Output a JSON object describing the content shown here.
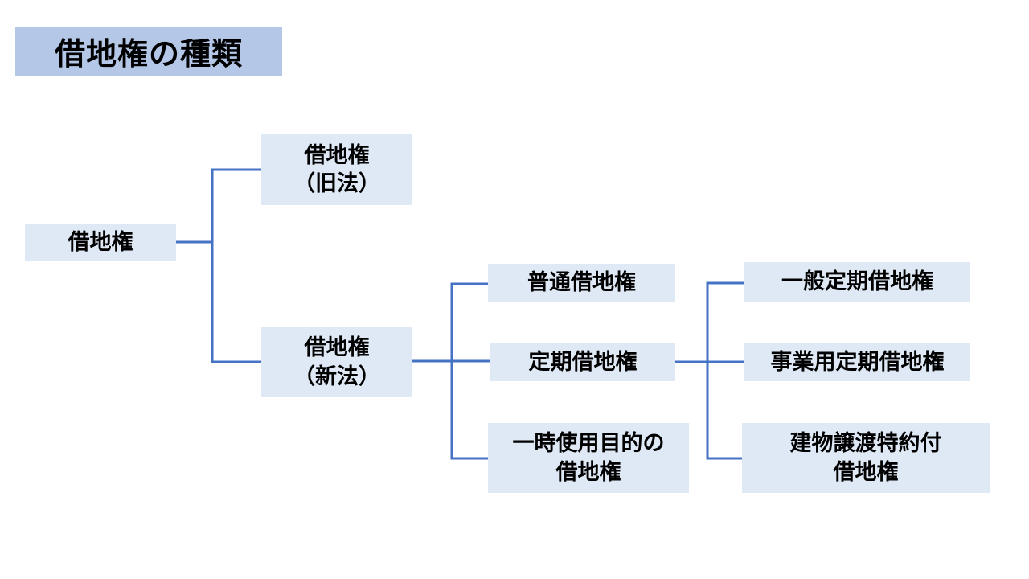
{
  "title": "借地権の種類",
  "tree": {
    "root": {
      "label": "借地権"
    },
    "old_law": {
      "line1": "借地権",
      "line2": "（旧法）"
    },
    "new_law": {
      "line1": "借地権",
      "line2": "（新法）"
    },
    "regular": {
      "label": "普通借地権"
    },
    "fixed_term": {
      "label": "定期借地権"
    },
    "temporary": {
      "line1": "一時使用目的の",
      "line2": "借地権"
    },
    "general_fixed": {
      "label": "一般定期借地権"
    },
    "business_fixed": {
      "label": "事業用定期借地権"
    },
    "building_transfer": {
      "line1": "建物譲渡特約付",
      "line2": "借地権"
    }
  },
  "colors": {
    "title_bg": "#b4c7e7",
    "node_bg": "#dfe9f5",
    "connector": "#4472c4"
  }
}
